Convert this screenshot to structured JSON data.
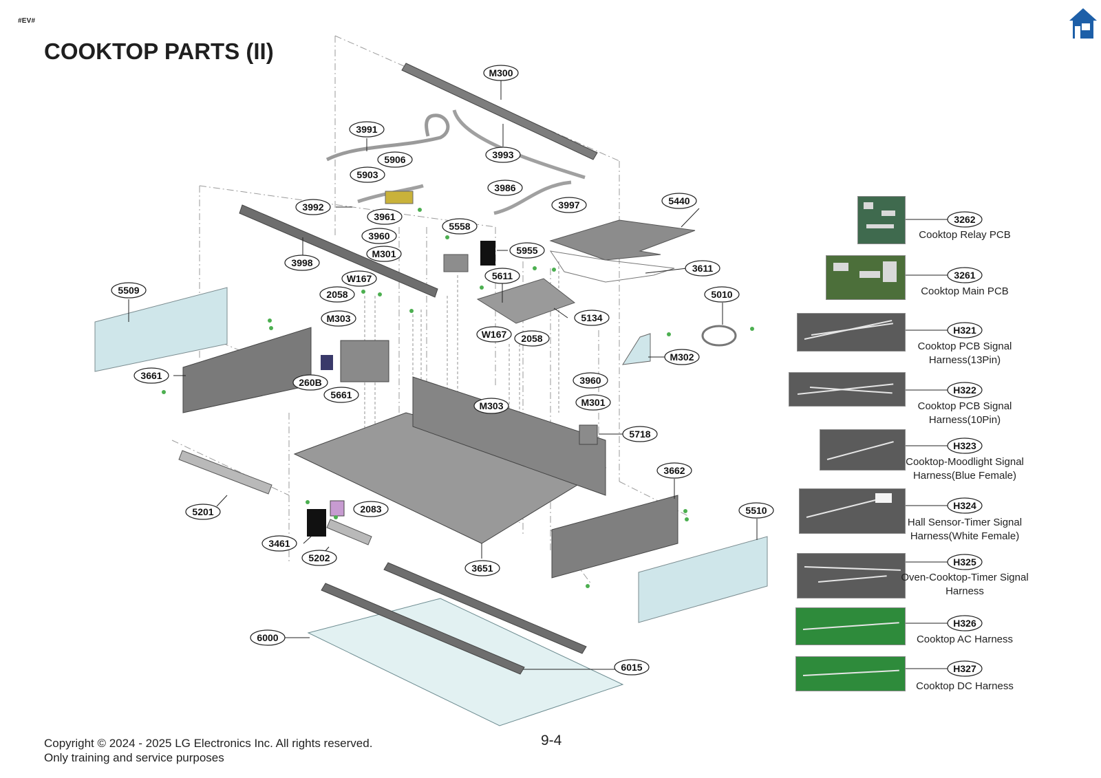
{
  "header": {
    "doc_tag": "#EV#",
    "title": "COOKTOP PARTS (II)",
    "home_icon": "home-icon"
  },
  "colors": {
    "sheet_metal": "#8e8e8e",
    "glass": "#cfe6ea",
    "callout_stroke": "#222222",
    "screw": "#4caf50",
    "home_icon": "#1d5fa8"
  },
  "callouts": [
    "M300",
    "3991",
    "3993",
    "5906",
    "5903",
    "3986",
    "3997",
    "3992",
    "3961",
    "5440",
    "3960",
    "5558",
    "M301",
    "5955",
    "3998",
    "3611",
    "W167",
    "5611",
    "5509",
    "2058",
    "5010",
    "5134",
    "M303",
    "W167",
    "2058",
    "M302",
    "3661",
    "260B",
    "5661",
    "3960",
    "M303",
    "M301",
    "5718",
    "3662",
    "5510",
    "5201",
    "2083",
    "3461",
    "5202",
    "3651",
    "6000",
    "6015"
  ],
  "legend": [
    {
      "code": "3262",
      "label": "Cooktop Relay PCB"
    },
    {
      "code": "3261",
      "label": "Cooktop Main PCB"
    },
    {
      "code": "H321",
      "label": "Cooktop PCB Signal Harness(13Pin)"
    },
    {
      "code": "H322",
      "label": "Cooktop PCB Signal Harness(10Pin)"
    },
    {
      "code": "H323",
      "label": "Cooktop-Moodlight Signal Harness(Blue Female)"
    },
    {
      "code": "H324",
      "label": "Hall Sensor-Timer Signal Harness(White Female)"
    },
    {
      "code": "H325",
      "label": "Oven-Cooktop-Timer Signal Harness"
    },
    {
      "code": "H326",
      "label": "Cooktop AC Harness"
    },
    {
      "code": "H327",
      "label": "Cooktop DC Harness"
    }
  ],
  "footer": {
    "copyright": "Copyright © 2024 - 2025 LG Electronics Inc. All rights reserved.",
    "purpose": "Only training and service purposes",
    "page_number": "9-4"
  }
}
